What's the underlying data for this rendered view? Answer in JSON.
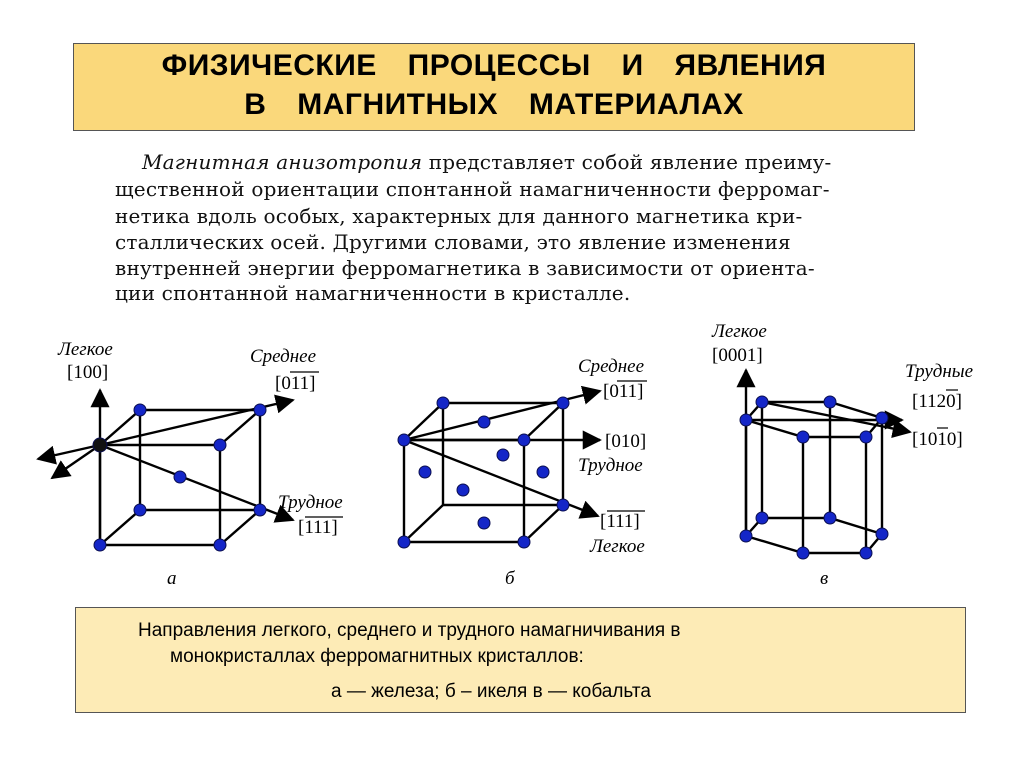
{
  "title": {
    "line1": "ФИЗИЧЕСКИЕ ПРОЦЕССЫ И ЯВЛЕНИЯ",
    "line2": "В МАГНИТНЫХ МАТЕРИАЛАХ"
  },
  "paragraph": {
    "term": "Магнитная анизотропия",
    "line1_rest": " представляет собой явление преиму-",
    "line2": "щественной ориентации спонтанной намагниченности ферромаг-",
    "line3": "нетика вдоль особых, характерных для данного магнетика кри-",
    "line4": "сталлических осей. Другими словами, это явление изменения",
    "line5": "внутренней энергии ферромагнетика в зависимости от ориента-",
    "line6": "ции спонтанной намагниченности в кристалле."
  },
  "figure_a": {
    "easy_label": "Легкое",
    "easy_index": "[100]",
    "medium_label": "Среднее",
    "medium_index": "[011]",
    "hard_label": "Трудное",
    "hard_index": "[111]",
    "caption": "а"
  },
  "figure_b": {
    "medium_label": "Среднее",
    "medium_index": "[011]",
    "hard_index": "[010]",
    "hard_label": "Трудное",
    "easy_index": "[111]",
    "easy_label": "Легкое",
    "caption": "б"
  },
  "figure_c": {
    "easy_label": "Легкое",
    "easy_index": "[0001]",
    "hard_label": "Трудные",
    "hard_index_1": "[1120]",
    "hard_index_2": "[1010]",
    "caption": "в"
  },
  "caption_box": {
    "line1": "Направления легкого, среднего и трудного намагничивания в",
    "line2": "монокристаллах ферромагнитных кристаллов:",
    "line3": "а — железа; б – икеля в — кобальта"
  },
  "colors": {
    "title_bg": "#fad87b",
    "caption_bg": "#fdebb6",
    "atom": "#1426c8"
  }
}
